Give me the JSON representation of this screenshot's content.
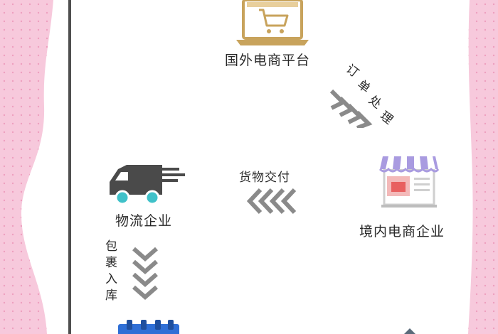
{
  "nodes": {
    "overseas_platform": {
      "label": "国外电商平台",
      "icon": "laptop-cart-icon"
    },
    "logistics": {
      "label": "物流企业",
      "icon": "delivery-truck-icon"
    },
    "domestic_company": {
      "label": "境内电商企业",
      "icon": "storefront-icon"
    },
    "warehouse": {
      "icon": "calendar-icon"
    }
  },
  "edges": {
    "order_processing": {
      "chars": [
        "订",
        "单",
        "处",
        "理"
      ],
      "icon": "chevron-down-right-icon"
    },
    "goods_delivery": {
      "label": "货物交付",
      "icon": "chevron-left-icon"
    },
    "package_storage": {
      "chars": [
        "包",
        "裹",
        "入",
        "库"
      ],
      "icon": "chevron-down-icon"
    }
  },
  "colors": {
    "pink_band": "#f7c9dc",
    "pink_dot": "#ee9fbf",
    "frame_line": "#4f4f4f",
    "laptop_gold": "#c8a35c",
    "truck_dark": "#4a4a4a",
    "truck_wheel": "#3fc1c9",
    "store_awning": "#a99be0",
    "store_red": "#e86060",
    "calendar_blue": "#2f6fd6",
    "chevron_gray": "#8a8a8a"
  }
}
